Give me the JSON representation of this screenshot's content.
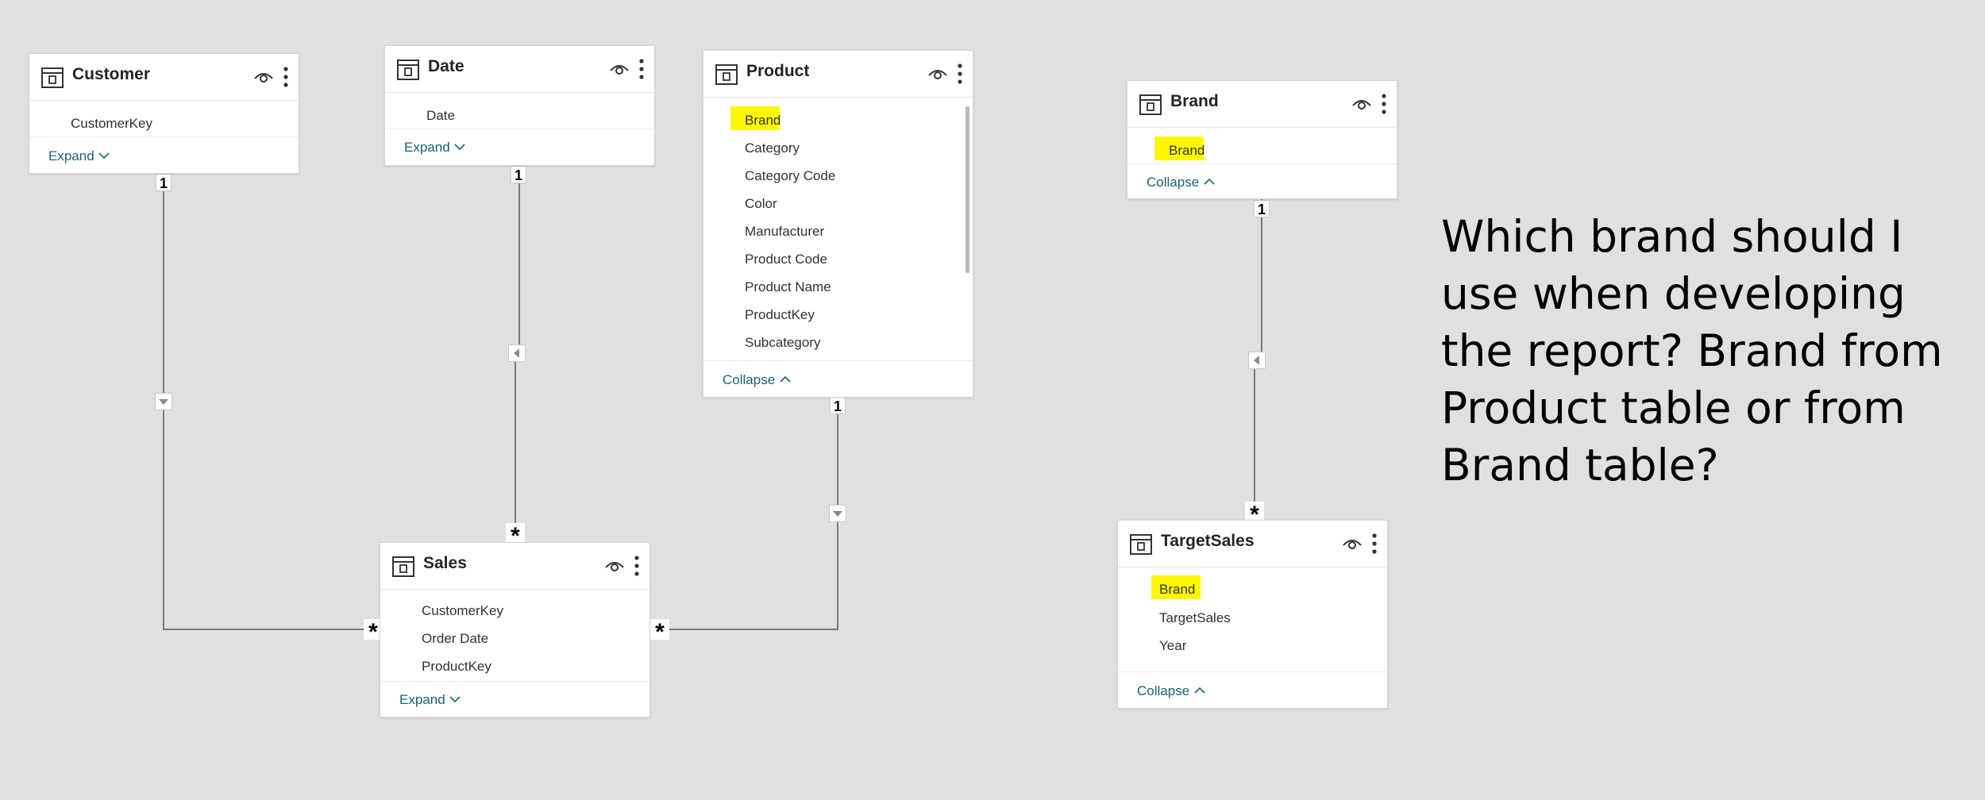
{
  "colors": {
    "canvas": "#e1e0df",
    "highlight": "#fff700",
    "link": "#19646b",
    "line": "#7a7a7a"
  },
  "tables": {
    "customer": {
      "title": "Customer",
      "fields": [
        "CustomerKey"
      ],
      "toggle": "Expand",
      "toggle_icon": "chevron-down-icon"
    },
    "date": {
      "title": "Date",
      "fields": [
        "Date"
      ],
      "toggle": "Expand",
      "toggle_icon": "chevron-down-icon"
    },
    "product": {
      "title": "Product",
      "fields": [
        "Brand",
        "Category",
        "Category Code",
        "Color",
        "Manufacturer",
        "Product Code",
        "Product Name",
        "ProductKey",
        "Subcategory"
      ],
      "highlighted": [
        "Brand"
      ],
      "toggle": "Collapse",
      "toggle_icon": "chevron-up-icon"
    },
    "brand": {
      "title": "Brand",
      "fields": [
        "Brand"
      ],
      "highlighted": [
        "Brand"
      ],
      "toggle": "Collapse",
      "toggle_icon": "chevron-up-icon"
    },
    "sales": {
      "title": "Sales",
      "fields": [
        "CustomerKey",
        "Order Date",
        "ProductKey"
      ],
      "toggle": "Expand",
      "toggle_icon": "chevron-down-icon"
    },
    "targetsales": {
      "title": "TargetSales",
      "fields": [
        "Brand",
        "TargetSales",
        "Year"
      ],
      "highlighted": [
        "Brand"
      ],
      "toggle": "Collapse",
      "toggle_icon": "chevron-up-icon"
    }
  },
  "relationships": [
    {
      "from": "Customer",
      "to": "Sales",
      "from_card": "1",
      "to_card": "*"
    },
    {
      "from": "Date",
      "to": "Sales",
      "from_card": "1",
      "to_card": "*"
    },
    {
      "from": "Product",
      "to": "Sales",
      "from_card": "1",
      "to_card": "*"
    },
    {
      "from": "Brand",
      "to": "TargetSales",
      "from_card": "1",
      "to_card": "*"
    }
  ],
  "cardinality": {
    "one": "1",
    "many": "*"
  },
  "question": "Which brand should I use when developing the report? Brand from Product table or from Brand table?"
}
